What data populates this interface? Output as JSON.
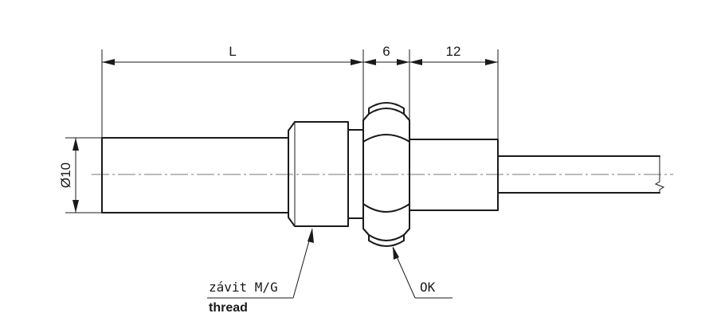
{
  "dimensions": {
    "length": "L",
    "nut_width": "6",
    "sleeve_length": "12",
    "diameter": "Ø10"
  },
  "labels": {
    "thread_cz": "závit M/G",
    "thread_en": "thread",
    "hex_nut": "OK"
  }
}
